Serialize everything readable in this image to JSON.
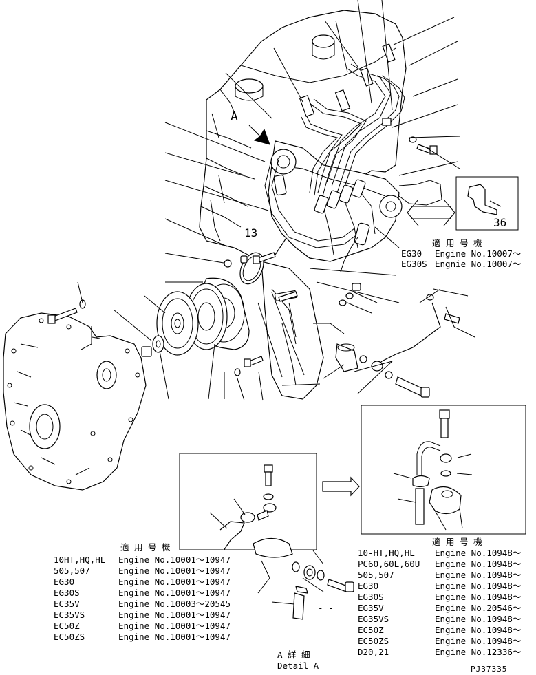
{
  "callouts": {
    "part_36": "36",
    "part_13": "13",
    "view_a": "A"
  },
  "eg30_note": {
    "heading": "適 用 号 機",
    "rows": [
      {
        "model": "EG30",
        "engine": "Engine No.10007～"
      },
      {
        "model": "EG30S",
        "engine": "Engnie No.10007～"
      }
    ]
  },
  "left_table": {
    "heading": "適 用 号 機",
    "rows": [
      {
        "model": "10HT,HQ,HL",
        "engine": "Engine No.10001～10947"
      },
      {
        "model": "505,507",
        "engine": "Engine No.10001～10947"
      },
      {
        "model": "EG30",
        "engine": "Engine No.10001～10947"
      },
      {
        "model": "EG30S",
        "engine": "Engine No.10001～10947"
      },
      {
        "model": "EC35V",
        "engine": "Engine No.10003～20545"
      },
      {
        "model": "EC35VS",
        "engine": "Engine No.10001～10947"
      },
      {
        "model": "EC50Z",
        "engine": "Engine No.10001～10947"
      },
      {
        "model": "EC50ZS",
        "engine": "Engine No.10001～10947"
      }
    ]
  },
  "right_table": {
    "heading": "適 用 号 機",
    "rows": [
      {
        "model": "10-HT,HQ,HL",
        "engine": "Engine No.10948～"
      },
      {
        "model": "PC60,60L,60U",
        "engine": "Engine No.10948～"
      },
      {
        "model": "505,507",
        "engine": "Engine No.10948～"
      },
      {
        "model": "EG30",
        "engine": "Engine No.10948～"
      },
      {
        "model": "EG30S",
        "engine": "Engine No.10948～"
      },
      {
        "model": "EG35V",
        "engine": "Engine No.20546～"
      },
      {
        "model": "EG35VS",
        "engine": "Engine No.10948～"
      },
      {
        "model": "EC50Z",
        "engine": "Engine No.10948～"
      },
      {
        "model": "EC50ZS",
        "engine": "Engine No.10948～"
      },
      {
        "model": "D20,21",
        "engine": "Engine No.12336～"
      }
    ]
  },
  "detail_caption": {
    "jp": "A 詳 細",
    "en": "Detail A"
  },
  "drawing_number": "PJ37335"
}
